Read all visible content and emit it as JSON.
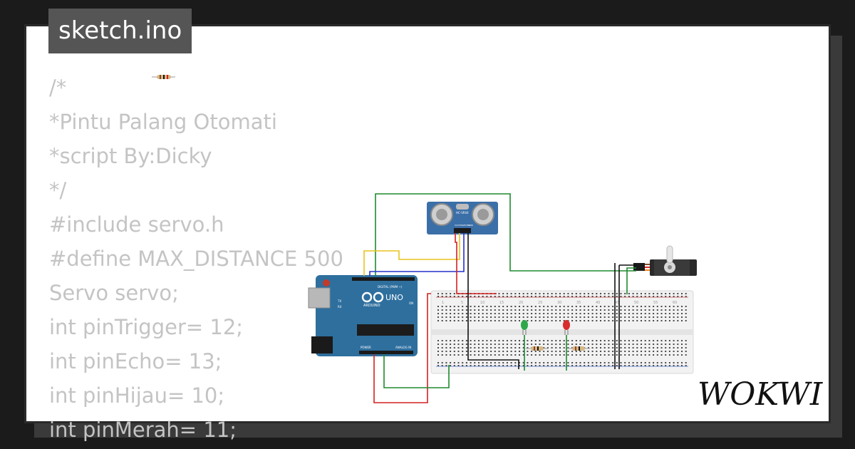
{
  "file_tab": {
    "name": "sketch.ino"
  },
  "code_lines": [
    "/*",
    "*Pintu Palang Otomati",
    "*script By:Dicky",
    "*/",
    "#include servo.h",
    "#define MAX_DISTANCE 500",
    "Servo servo;",
    "int pinTrigger= 12;",
    "int pinEcho= 13;",
    "int pinHijau= 10;",
    "int pinMerah= 11;"
  ],
  "logo": {
    "text": "WOKWI"
  },
  "arduino": {
    "brand": "UNO",
    "sub": "ARDUINO",
    "header_label": "DIGITAL (PWM ~)",
    "analog_label": "ANALOG IN",
    "power_label": "POWER",
    "pins_tx": "TX",
    "pins_rx": "RX",
    "pin_on": "ON"
  },
  "sensor": {
    "label": "HC-SR04",
    "pins": [
      "VCC",
      "TRIG",
      "ECHO",
      "GND"
    ]
  },
  "breadboard": {
    "column_numbers": [
      "1",
      "5",
      "10",
      "15",
      "20",
      "25",
      "30",
      "35",
      "40",
      "45",
      "50",
      "55",
      "60"
    ]
  },
  "colors": {
    "background": "#1b1b1b",
    "card": "#ffffff",
    "file_tag": "#555555",
    "code_text": "#c4c4c4",
    "arduino_board": "#2e6f9e",
    "sensor_board": "#3b6fa8",
    "breadboard": "#f2f2f2",
    "wire_red": "#d42020",
    "wire_green": "#1e8a2e",
    "wire_yellow": "#e8c31e",
    "wire_blue": "#2430c8",
    "wire_black": "#111111",
    "led_green": "#2fa84a",
    "led_red": "#d92c2c"
  }
}
